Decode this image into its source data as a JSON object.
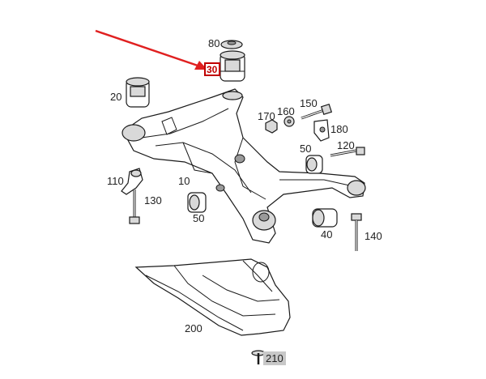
{
  "callouts": {
    "c80_top": "80",
    "c30": "30",
    "c20": "20",
    "c170": "170",
    "c160": "160",
    "c150": "150",
    "c180": "180",
    "c120": "120",
    "c50_right": "50",
    "c10": "10",
    "c110": "110",
    "c130": "130",
    "c50_mid": "50",
    "c40": "40",
    "c140": "140",
    "c200": "200",
    "c210": "210"
  },
  "colors": {
    "highlight": "#c00000",
    "arrow": "#e02020",
    "label_box_grey": "#c8c8c8"
  }
}
